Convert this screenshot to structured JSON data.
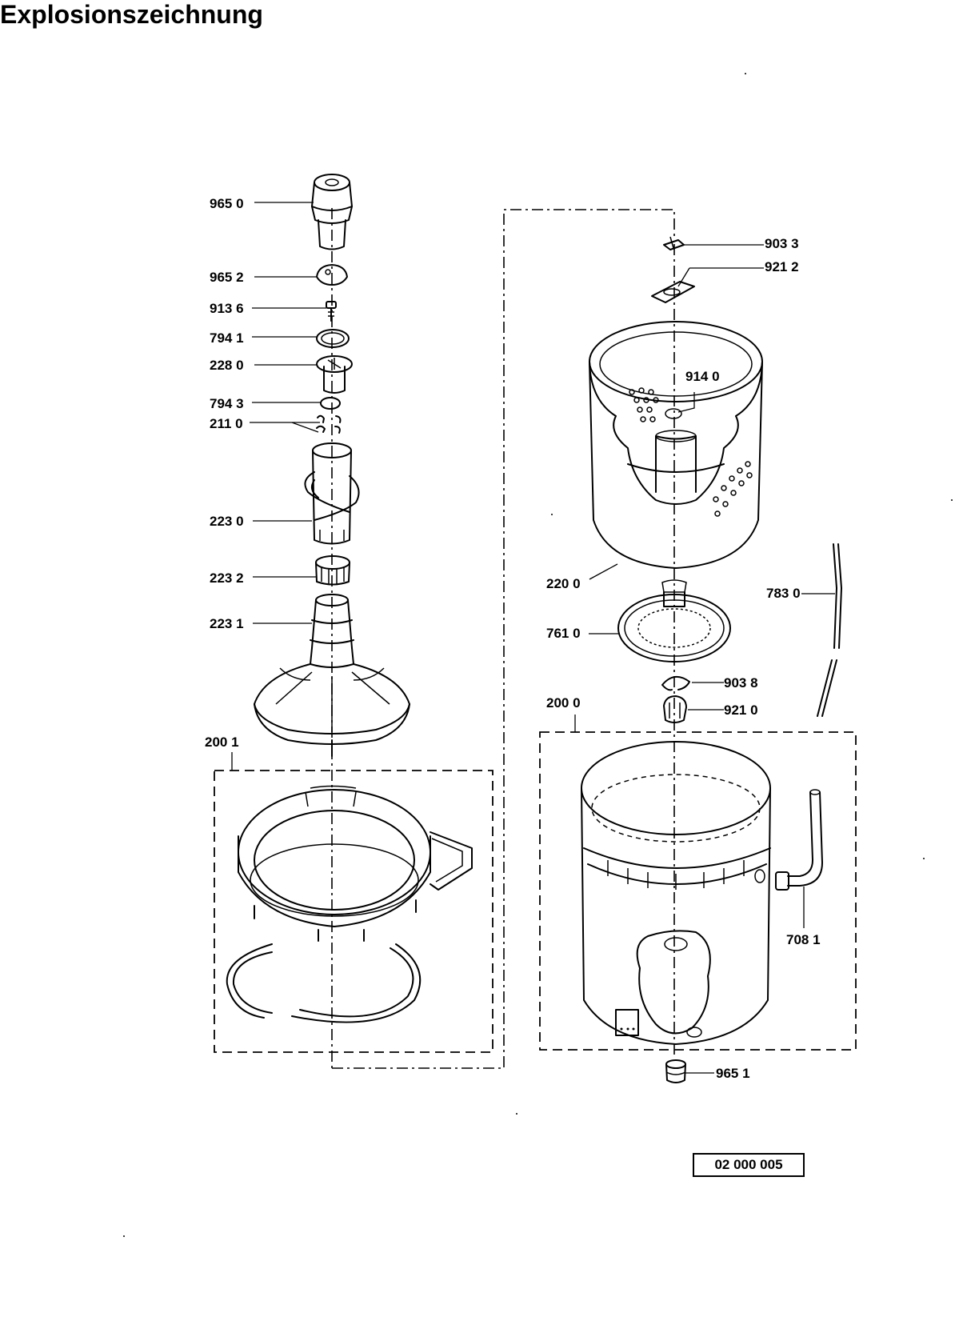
{
  "title": "Explosionszeichnung",
  "reference_number": "02 000 005",
  "part_labels": {
    "p9650": "965 0",
    "p9652": "965 2",
    "p9136": "913 6",
    "p7941": "794 1",
    "p2280": "228 0",
    "p7943": "794 3",
    "p2110": "211 0",
    "p2230": "223 0",
    "p2232": "223 2",
    "p2231": "223 1",
    "p2001": "200 1",
    "p9033": "903 3",
    "p9212": "921 2",
    "p9140": "914 0",
    "p2200": "220 0",
    "p7830": "783 0",
    "p7610": "761 0",
    "p9038": "903 8",
    "p2000": "200 0",
    "p9210": "921 0",
    "p7081": "708 1",
    "p9651": "965 1"
  }
}
